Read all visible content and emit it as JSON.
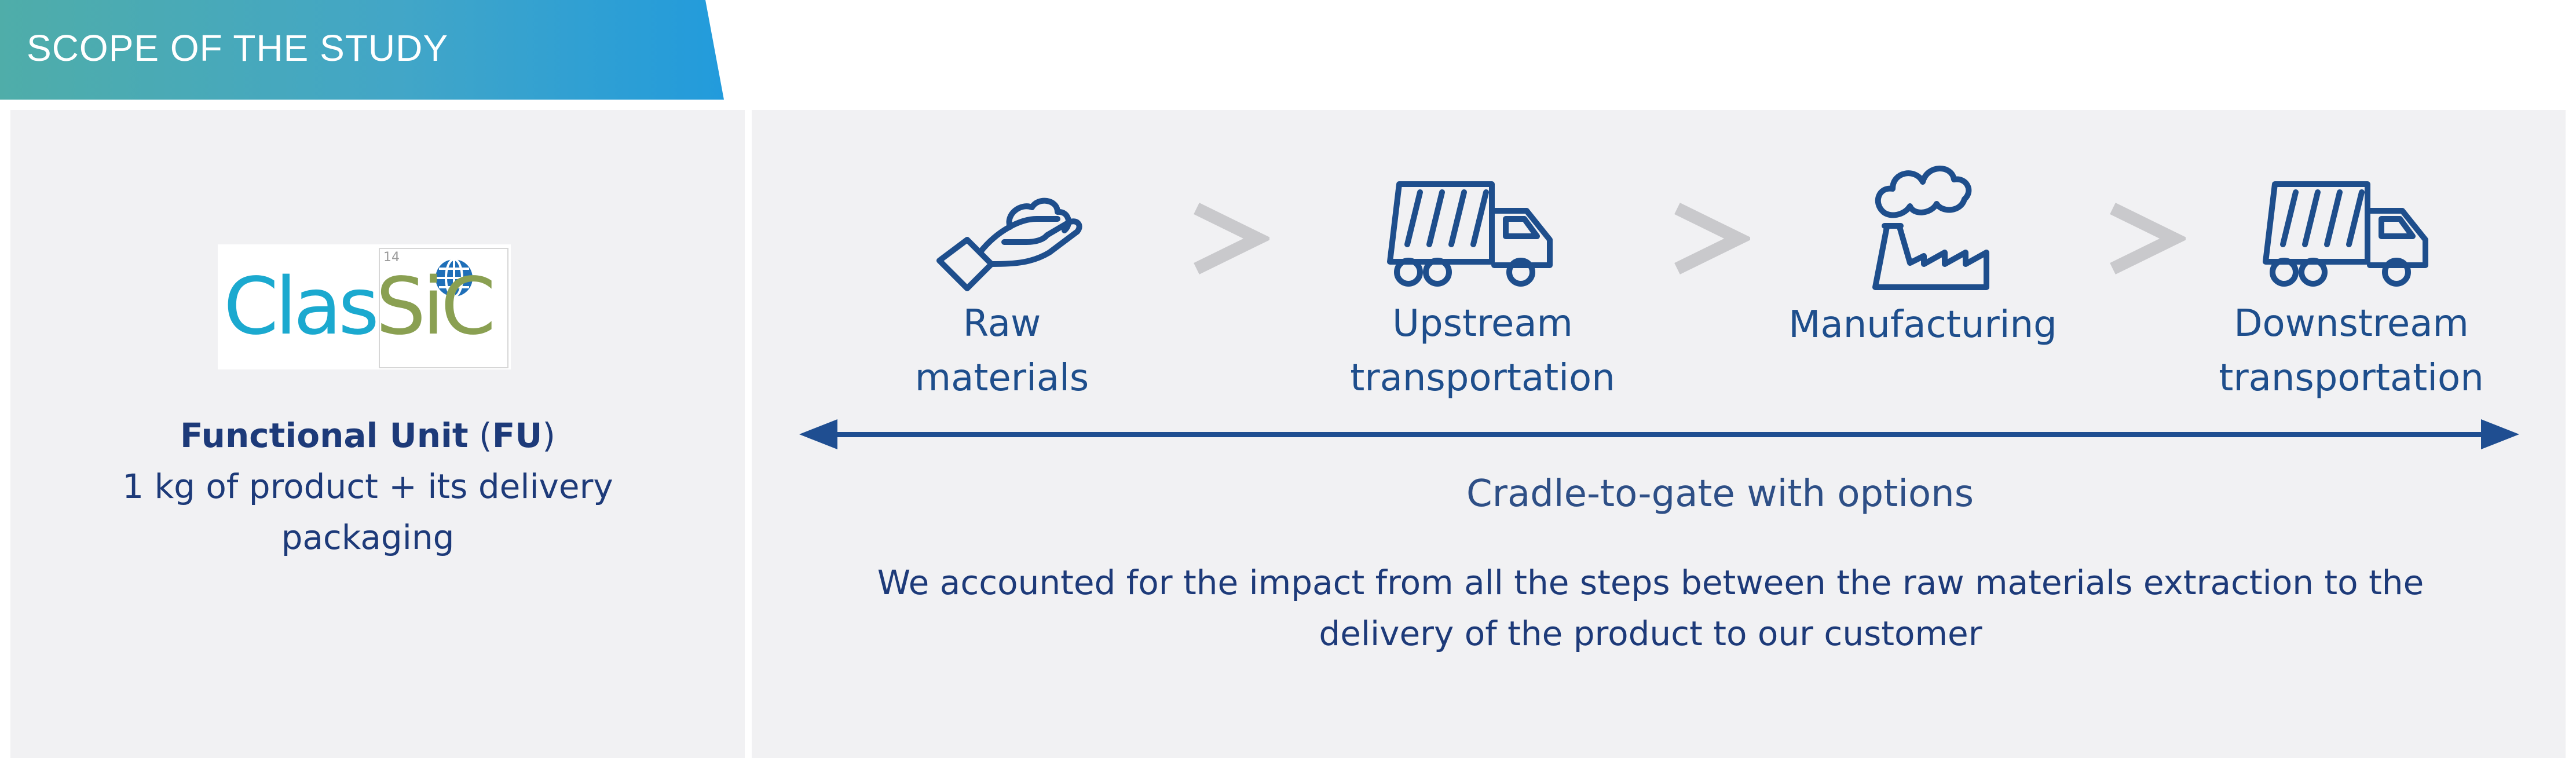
{
  "header": {
    "title": "SCOPE OF THE STUDY"
  },
  "logo": {
    "part1": "Clas",
    "part2": "SiC",
    "tile_number": "14"
  },
  "functional_unit": {
    "title_part1": "Functional Unit",
    "title_open": " (",
    "title_abbr": "FU",
    "title_close": ")",
    "line1": "1 kg of product + its delivery",
    "line2": "packaging"
  },
  "steps": [
    {
      "label_line1": "Raw",
      "label_line2": "materials",
      "icon": "hand-icon"
    },
    {
      "label_line1": "Upstream",
      "label_line2": "transportation",
      "icon": "truck-icon"
    },
    {
      "label_line1": "Manufacturing",
      "label_line2": "",
      "icon": "factory-icon"
    },
    {
      "label_line1": "Downstream",
      "label_line2": "transportation",
      "icon": "truck-icon"
    }
  ],
  "scope": {
    "label": "Cradle-to-gate with options"
  },
  "description": {
    "line1": "We accounted for the impact from all the steps between the raw materials extraction to the",
    "line2": "delivery of the product to our customer"
  },
  "colors": {
    "icon_stroke": "#1e4e8c",
    "arrow": "#1f4e91",
    "chevron": "#c9c9cc",
    "text_dark": "#1d3a79",
    "header_start": "#4fada9",
    "header_end": "#229bdc"
  }
}
